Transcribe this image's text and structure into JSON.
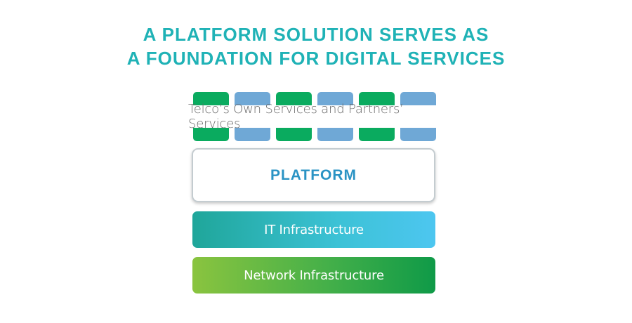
{
  "title": {
    "line1": "A PLATFORM SOLUTION SERVES AS",
    "line2": "A FOUNDATION FOR DIGITAL SERVICES"
  },
  "services": {
    "label": "Telco’s Own Services and Partners’ Services",
    "block_colors": [
      "green",
      "blue",
      "green",
      "blue",
      "green",
      "blue"
    ]
  },
  "platform": {
    "label": "PLATFORM"
  },
  "it_infrastructure": {
    "label": "IT Infrastructure"
  },
  "network_infrastructure": {
    "label": "Network Infrastructure"
  },
  "colors": {
    "title": "#1fb2b6",
    "service_green": "#0aab5f",
    "service_blue": "#6fa8d6",
    "platform_text": "#2a93c4",
    "it_gradient": [
      "#1fa69a",
      "#4dc6f0"
    ],
    "network_gradient": [
      "#8ac43f",
      "#0f9a48"
    ]
  }
}
